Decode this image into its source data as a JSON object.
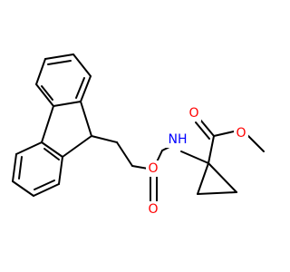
{
  "molecule": {
    "atom_labels": {
      "ether_oxygen": "O",
      "carbonyl_oxygen_carbamate": "O",
      "amine": "NH",
      "carbonyl_oxygen_ester": "O",
      "ester_oxygen": "O"
    },
    "colors": {
      "oxygen": "#ff0000",
      "nitrogen": "#0000ff",
      "bond": "#000000"
    }
  }
}
